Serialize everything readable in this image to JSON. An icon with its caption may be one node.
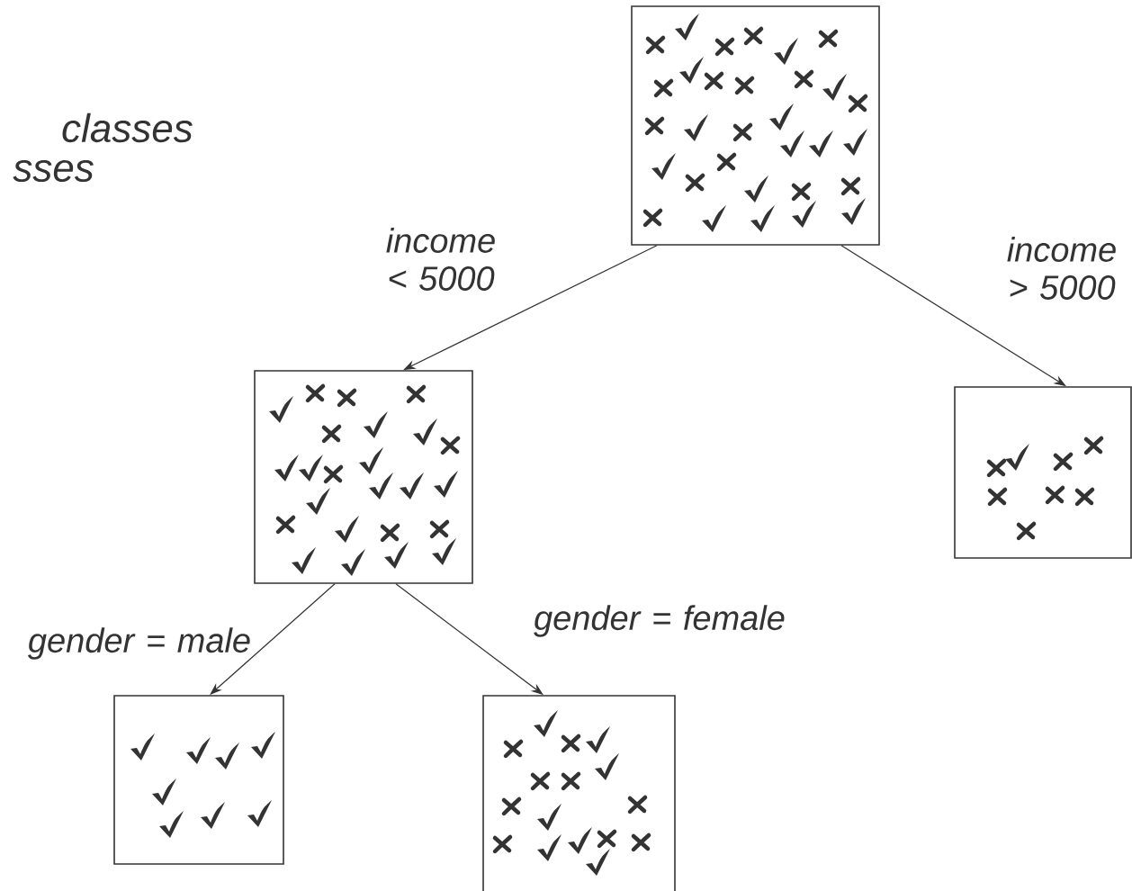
{
  "diagram": {
    "nodes": [
      {
        "text": [],
        "shape": "box"
      },
      {
        "text": [],
        "shape": "box"
      },
      {
        "text": [],
        "shape": "box"
      },
      {
        "text": [],
        "shape": "box"
      },
      {
        "text": [],
        "shape": "box"
      }
    ],
    "edges": [
      {
        "from": 0,
        "to": 1,
        "arrow": "to",
        "label": "income < 5000"
      },
      {
        "from": 0,
        "to": 2,
        "arrow": "to",
        "label": "income > 5000"
      },
      {
        "from": 1,
        "to": 3,
        "arrow": "to",
        "label": "gender = male"
      },
      {
        "from": 1,
        "to": 4,
        "arrow": "to",
        "label": "gender = female"
      }
    ],
    "labels": [
      "classes",
      "sses"
    ]
  }
}
